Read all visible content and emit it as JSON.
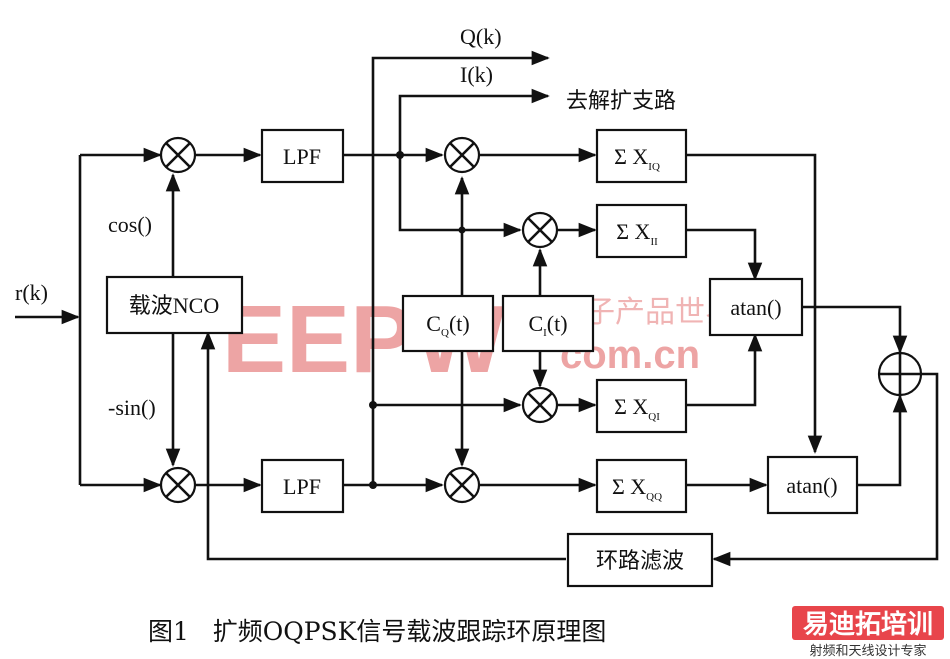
{
  "signals": {
    "input": "r(k)",
    "q_out": "Q(k)",
    "i_out": "I(k)",
    "despread_path": "去解扩支路",
    "cos": "cos()",
    "sin": "-sin()"
  },
  "blocks": {
    "nco": "载波NCO",
    "lpf_top": "LPF",
    "lpf_bottom": "LPF",
    "cq": {
      "main": "C",
      "sub": "Q",
      "tail": "(t)"
    },
    "ci": {
      "main": "C",
      "sub": "I",
      "tail": "(t)"
    },
    "sum_iq": {
      "main": "Σ X",
      "sub": "IQ"
    },
    "sum_ii": {
      "main": "Σ X",
      "sub": "II"
    },
    "sum_qi": {
      "main": "Σ X",
      "sub": "QI"
    },
    "sum_qq": {
      "main": "Σ X",
      "sub": "QQ"
    },
    "atan_top": "atan()",
    "atan_bottom": "atan()",
    "loop_filter": "环路滤波"
  },
  "caption": "图1   扩频OQPSK信号载波跟踪环原理图",
  "watermark": {
    "logo": "EEPW",
    "chinese": "电子产品世界",
    "url": "com.cn"
  },
  "corner_logo": {
    "title": "易迪拓培训",
    "subtitle": "射频和天线设计专家"
  }
}
